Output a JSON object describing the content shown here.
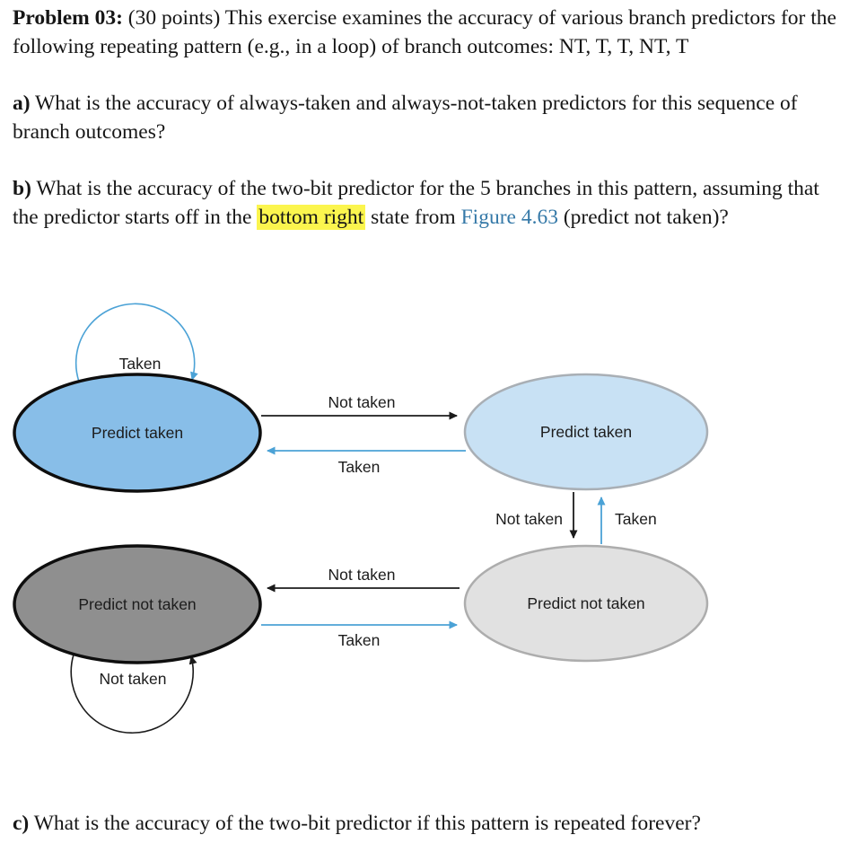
{
  "document": {
    "intro": {
      "label": "Problem 03:",
      "text": " (30 points) This exercise examines the accuracy of various branch predictors for the following repeating pattern (e.g., in a loop) of branch outcomes: NT, T, T, NT, T"
    },
    "part_a": {
      "label": "a)",
      "text": " What is the accuracy of always-taken and always-not-taken predictors for this sequence of branch outcomes?"
    },
    "part_b": {
      "label": "b)",
      "text_1": " What is the accuracy of the two-bit predictor for the 5 branches in this pattern, assuming that the predictor starts off in the ",
      "highlight": "bottom right",
      "text_2": " state from ",
      "figure_ref": "Figure 4.63",
      "text_3": " (predict not taken)?"
    },
    "part_c": {
      "label": "c)",
      "text": " What is the accuracy of the two-bit predictor if this pattern is repeated forever?"
    }
  },
  "diagram": {
    "states": [
      {
        "label": "Predict taken"
      },
      {
        "label": "Predict taken"
      },
      {
        "label": "Predict not taken"
      },
      {
        "label": "Predict not taken"
      }
    ],
    "edges": {
      "self_loop_top": "Taken",
      "top_not_taken": "Not taken",
      "top_taken": "Taken",
      "vertical_not_taken": "Not taken",
      "vertical_taken": "Taken",
      "bottom_not_taken": "Not taken",
      "bottom_taken": "Taken",
      "self_loop_bottom": "Not taken"
    },
    "colors": {
      "strong_taken_fill": "#88BEE8",
      "weak_taken_fill": "#C8E1F4",
      "strong_not_taken_fill": "#8F8F8F",
      "weak_not_taken_fill": "#E1E1E1",
      "arrow_blue": "#4BA2D6",
      "arrow_black": "#1B1B1B",
      "highlight_yellow": "#FBF54E",
      "figure_link_blue": "#3579A8"
    }
  }
}
